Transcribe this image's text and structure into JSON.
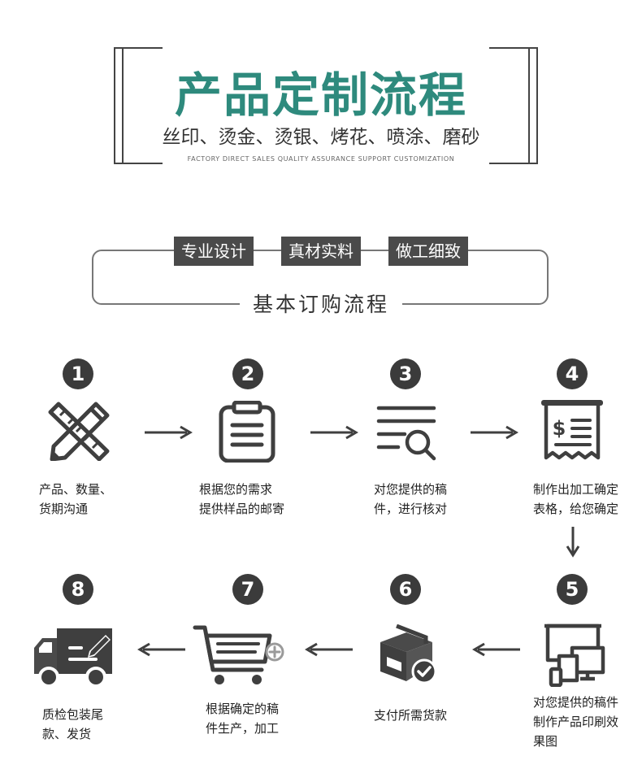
{
  "header": {
    "title": "产品定制流程",
    "subtitle": "丝印、烫金、烫银、烤花、喷涂、磨砂",
    "tagline": "FACTORY DIRECT SALES   QUALITY ASSURANCE   SUPPORT CUSTOMIZATION",
    "title_color": "#2e8a7d"
  },
  "tags": [
    "专业设计",
    "真材实料",
    "做工细致"
  ],
  "section_title": "基本订购流程",
  "steps": [
    {
      "number": "1",
      "icon": "pencil-ruler-icon",
      "caption": [
        "产品、数量、",
        "货期沟通"
      ]
    },
    {
      "number": "2",
      "icon": "clipboard-icon",
      "caption": [
        "根据您的需求",
        "提供样品的邮寄"
      ]
    },
    {
      "number": "3",
      "icon": "search-list-icon",
      "caption": [
        "对您提供的稿",
        "件，进行核对"
      ]
    },
    {
      "number": "4",
      "icon": "receipt-dollar-icon",
      "caption": [
        "制作出加工确定",
        "表格，给您确定"
      ]
    },
    {
      "number": "5",
      "icon": "devices-icon",
      "caption": [
        "对您提供的稿件",
        "制作产品印刷效",
        "果图"
      ]
    },
    {
      "number": "6",
      "icon": "box-check-icon",
      "caption": [
        "支付所需货款"
      ]
    },
    {
      "number": "7",
      "icon": "cart-add-icon",
      "caption": [
        "根据确定的稿",
        "件生产，加工"
      ]
    },
    {
      "number": "8",
      "icon": "delivery-truck-icon",
      "caption": [
        "质检包装尾",
        "款、发货"
      ]
    }
  ],
  "colors": {
    "icon": "#3f3f3f",
    "badge": "#3b3b3b",
    "accent": "#2e8a7d"
  }
}
